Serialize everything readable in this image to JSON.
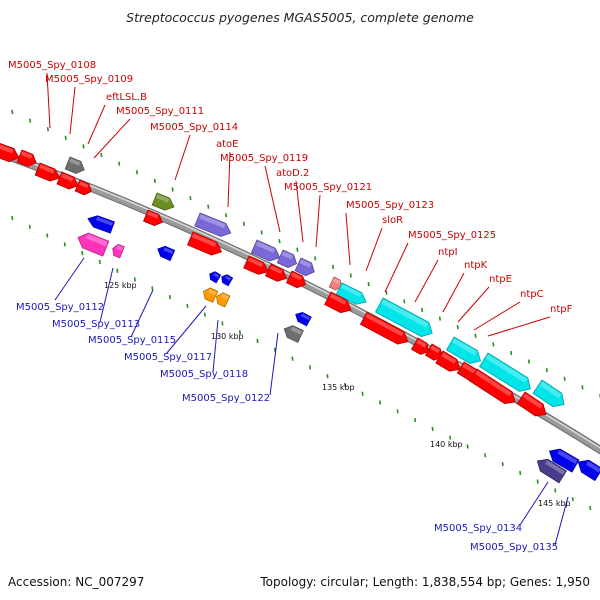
{
  "title": "Streptococcus pyogenes MGAS5005, complete genome",
  "footer": {
    "accession": "Accession: NC_007297",
    "summary": "Topology: circular; Length: 1,838,554 bp; Genes: 1,950"
  },
  "colors": {
    "backbone": "#9a9a9a",
    "tick_mark": "#2e8b22",
    "label_top": "#cc0000",
    "label_bottom": "#1a1ab8",
    "gene_red": "#ff0000",
    "gene_blue": "#0000ee",
    "gene_cyan": "#00e5ea",
    "gene_purple": "#7b68d8",
    "gene_magenta": "#ff33bb",
    "gene_gray": "#6e6e6e",
    "gene_olive": "#6b8e23",
    "gene_orange": "#ff9900",
    "gene_salmon": "#f08080",
    "gene_darkslate": "#483d8b"
  },
  "scale_ticks": [
    "125 kbp",
    "130 kbp",
    "135 kbp",
    "140 kbp",
    "145 kbp"
  ],
  "labels_top": [
    "M5005_Spy_0108",
    "M5005_Spy_0109",
    "eftLSL.B",
    "M5005_Spy_0111",
    "M5005_Spy_0114",
    "atoE",
    "M5005_Spy_0119",
    "atoD.2",
    "M5005_Spy_0121",
    "M5005_Spy_0123",
    "sloR",
    "M5005_Spy_0125",
    "ntpI",
    "ntpK",
    "ntpE",
    "ntpC",
    "ntpF"
  ],
  "labels_bottom": [
    "M5005_Spy_0112",
    "M5005_Spy_0113",
    "M5005_Spy_0115",
    "M5005_Spy_0117",
    "M5005_Spy_0118",
    "M5005_Spy_0122",
    "M5005_Spy_0134",
    "M5005_Spy_0135"
  ],
  "genes": [
    {
      "color": "red",
      "strand": "+",
      "row": "outer"
    },
    {
      "color": "red",
      "strand": "+",
      "row": "outer"
    },
    {
      "color": "red",
      "strand": "+",
      "row": "inner"
    },
    {
      "color": "red",
      "strand": "+",
      "row": "inner"
    },
    {
      "color": "red",
      "strand": "+",
      "row": "inner"
    },
    {
      "color": "gray",
      "strand": "+",
      "row": "outer"
    },
    {
      "color": "blue",
      "strand": "-",
      "row": "inner"
    },
    {
      "color": "magenta",
      "strand": "-",
      "row": "outer"
    },
    {
      "color": "magenta",
      "strand": "-",
      "row": "outer"
    },
    {
      "color": "olive",
      "strand": "+",
      "row": "outer"
    },
    {
      "color": "red",
      "strand": "+",
      "row": "inner"
    },
    {
      "color": "blue",
      "strand": "-",
      "row": "outer"
    },
    {
      "color": "purple",
      "strand": "+",
      "row": "outer"
    },
    {
      "color": "red",
      "strand": "+",
      "row": "inner"
    },
    {
      "color": "blue",
      "strand": "-",
      "row": "inner"
    },
    {
      "color": "blue",
      "strand": "-",
      "row": "inner"
    },
    {
      "color": "orange",
      "strand": "-",
      "row": "outer"
    },
    {
      "color": "orange",
      "strand": "-",
      "row": "outer"
    },
    {
      "color": "purple",
      "strand": "+",
      "row": "outer"
    },
    {
      "color": "purple",
      "strand": "+",
      "row": "outer"
    },
    {
      "color": "purple",
      "strand": "+",
      "row": "outer"
    },
    {
      "color": "red",
      "strand": "+",
      "row": "inner"
    },
    {
      "color": "red",
      "strand": "+",
      "row": "inner"
    },
    {
      "color": "red",
      "strand": "+",
      "row": "inner"
    },
    {
      "color": "blue",
      "strand": "-",
      "row": "inner"
    },
    {
      "color": "gray",
      "strand": "-",
      "row": "outer"
    },
    {
      "color": "salmon",
      "strand": "+",
      "row": "outer"
    },
    {
      "color": "cyan",
      "strand": "+",
      "row": "outer"
    },
    {
      "color": "red",
      "strand": "+",
      "row": "inner"
    },
    {
      "color": "cyan",
      "strand": "+",
      "row": "outer"
    },
    {
      "color": "red",
      "strand": "+",
      "row": "inner"
    },
    {
      "color": "red",
      "strand": "+",
      "row": "inner"
    },
    {
      "color": "red",
      "strand": "+",
      "row": "inner"
    },
    {
      "color": "cyan",
      "strand": "+",
      "row": "outer"
    },
    {
      "color": "red",
      "strand": "+",
      "row": "inner"
    },
    {
      "color": "red",
      "strand": "+",
      "row": "inner"
    },
    {
      "color": "cyan",
      "strand": "+",
      "row": "outer"
    },
    {
      "color": "cyan",
      "strand": "+",
      "row": "outer"
    },
    {
      "color": "red",
      "strand": "+",
      "row": "inner"
    },
    {
      "color": "red",
      "strand": "+",
      "row": "inner"
    },
    {
      "color": "blue",
      "strand": "-",
      "row": "inner"
    },
    {
      "color": "blue",
      "strand": "-",
      "row": "inner"
    },
    {
      "color": "darkslate",
      "strand": "-",
      "row": "outer"
    }
  ]
}
